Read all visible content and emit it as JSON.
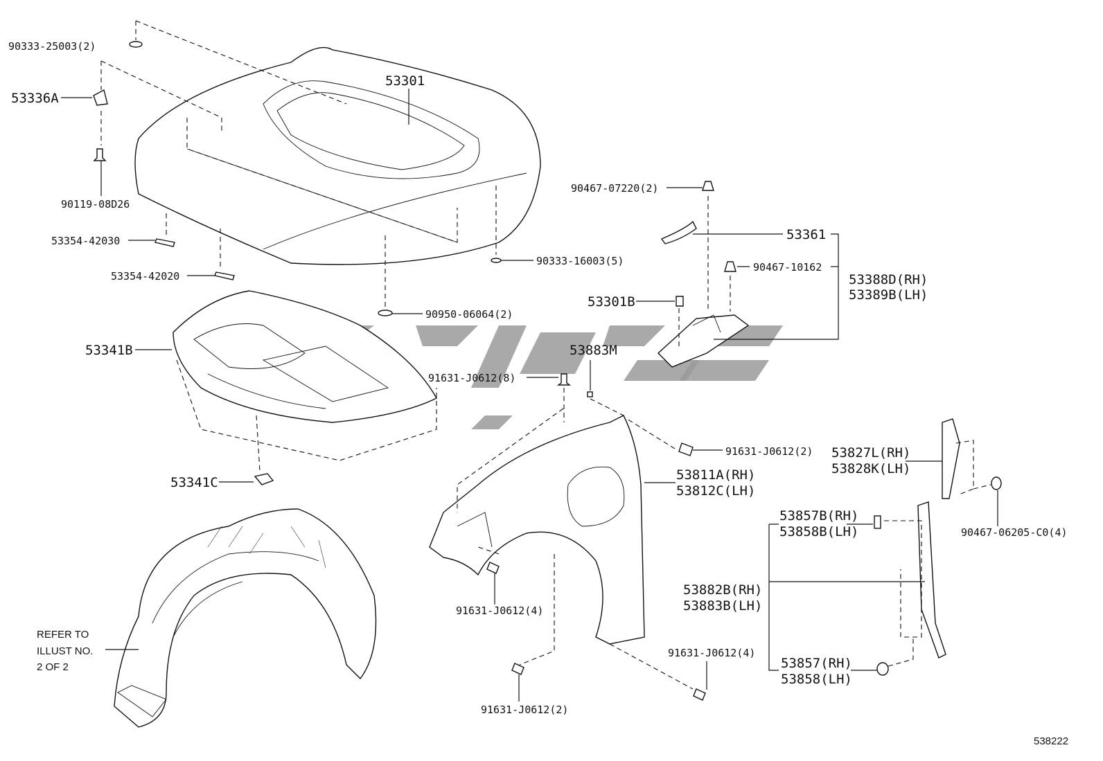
{
  "diagram": {
    "illustration_number": "538222",
    "watermark": "",
    "labels": {
      "p_90333_25003": "90333-25003(2)",
      "p_53336A": "53336A",
      "p_53301": "53301",
      "p_90119_08D26": "90119-08D26",
      "p_53354_42030": "53354-42030",
      "p_53354_42020": "53354-42020",
      "p_90333_16003": "90333-16003(5)",
      "p_90950_06064": "90950-06064(2)",
      "p_53341B": "53341B",
      "p_53341C": "53341C",
      "p_90467_07220": "90467-07220(2)",
      "p_53361": "53361",
      "p_90467_10162": "90467-10162",
      "p_53388D": "53388D(RH)",
      "p_53389B": "53389B(LH)",
      "p_53301B": "53301B",
      "p_53883M": "53883M",
      "p_91631_J0612_8": "91631-J0612(8)",
      "p_91631_J0612_2a": "91631-J0612(2)",
      "p_53811A": "53811A(RH)",
      "p_53812C": "53812C(LH)",
      "p_53827L": "53827L(RH)",
      "p_53828K": "53828K(LH)",
      "p_90467_06205": "90467-06205-C0(4)",
      "p_53857B": "53857B(RH)",
      "p_53858B": "53858B(LH)",
      "p_53882B": "53882B(RH)",
      "p_53883B": "53883B(LH)",
      "p_91631_J0612_4a": "91631-J0612(4)",
      "p_91631_J0612_4b": "91631-J0612(4)",
      "p_91631_J0612_2b": "91631-J0612(2)",
      "p_53857": "53857(RH)",
      "p_53858": "53858(LH)"
    },
    "note": {
      "line1": "REFER TO",
      "line2": "ILLUST NO.",
      "line3": "2 OF 2"
    }
  }
}
